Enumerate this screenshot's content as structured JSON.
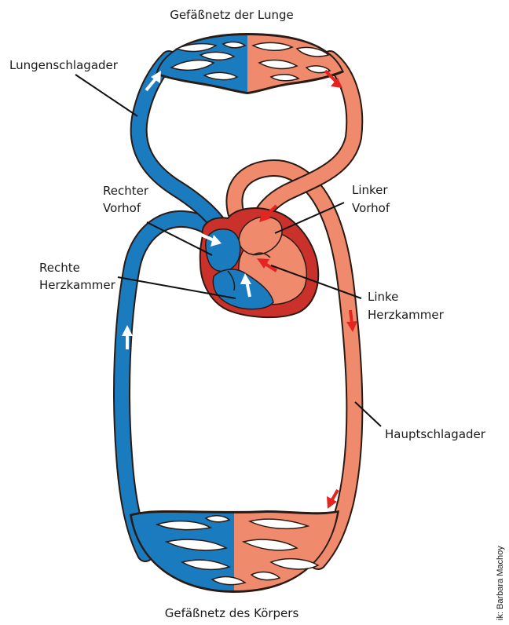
{
  "diagram": {
    "labels": {
      "top_network": "Gefäßnetz der Lunge",
      "pulmonary_artery": "Lungenschlagader",
      "right_atrium_line1": "Rechter",
      "right_atrium_line2": "Vorhof",
      "right_ventricle_line1": "Rechte",
      "right_ventricle_line2": "Herzkammer",
      "left_atrium_line1": "Linker",
      "left_atrium_line2": "Vorhof",
      "left_ventricle_line1": "Linke",
      "left_ventricle_line2": "Herzkammer",
      "aorta": "Hauptschlagader",
      "bottom_network": "Gefäßnetz des Körpers",
      "credit": "ik: Barbara Machoy"
    },
    "colors": {
      "deoxygenated_blue": "#1a7bbf",
      "oxygenated_salmon": "#f08a6c",
      "heart_left_red": "#e5533c",
      "heart_wall_red": "#c9312a",
      "arrow_red": "#e52420",
      "arrow_white": "#ffffff"
    }
  }
}
